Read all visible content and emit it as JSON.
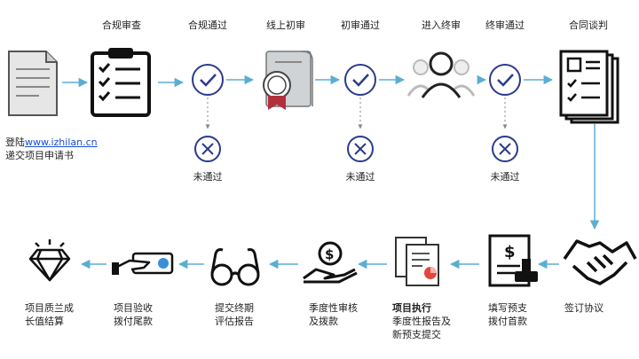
{
  "top_steps": {
    "s2": "合规审查",
    "s3": "合规通过",
    "s4": "线上初审",
    "s5": "初审通过",
    "s6": "进入终审",
    "s7": "终审通过",
    "s8": "合同谈判"
  },
  "start": {
    "prefix": "登陆",
    "link": "www.izhilan.cn",
    "line2": "递交项目申请书"
  },
  "fail_label": "未通过",
  "bottom_steps": {
    "b1": {
      "line1": "签订协议"
    },
    "b2": {
      "line1": "填写预支",
      "line2": "拨付首款"
    },
    "b3": {
      "title": "项目执行",
      "line1": "季度性报告及",
      "line2": "新预支提交"
    },
    "b4": {
      "line1": "季度性审核",
      "line2": "及拨款"
    },
    "b5": {
      "line1": "提交终期",
      "line2": "评估报告"
    },
    "b6": {
      "line1": "项目验收",
      "line2": "拨付尾款"
    },
    "b7": {
      "line1": "项目质兰成",
      "line2": "长值结算"
    }
  },
  "colors": {
    "arrow": "#5aaed2",
    "ring": "#2c3a8c",
    "icon": "#111111",
    "accent": "#3a8fd8"
  }
}
